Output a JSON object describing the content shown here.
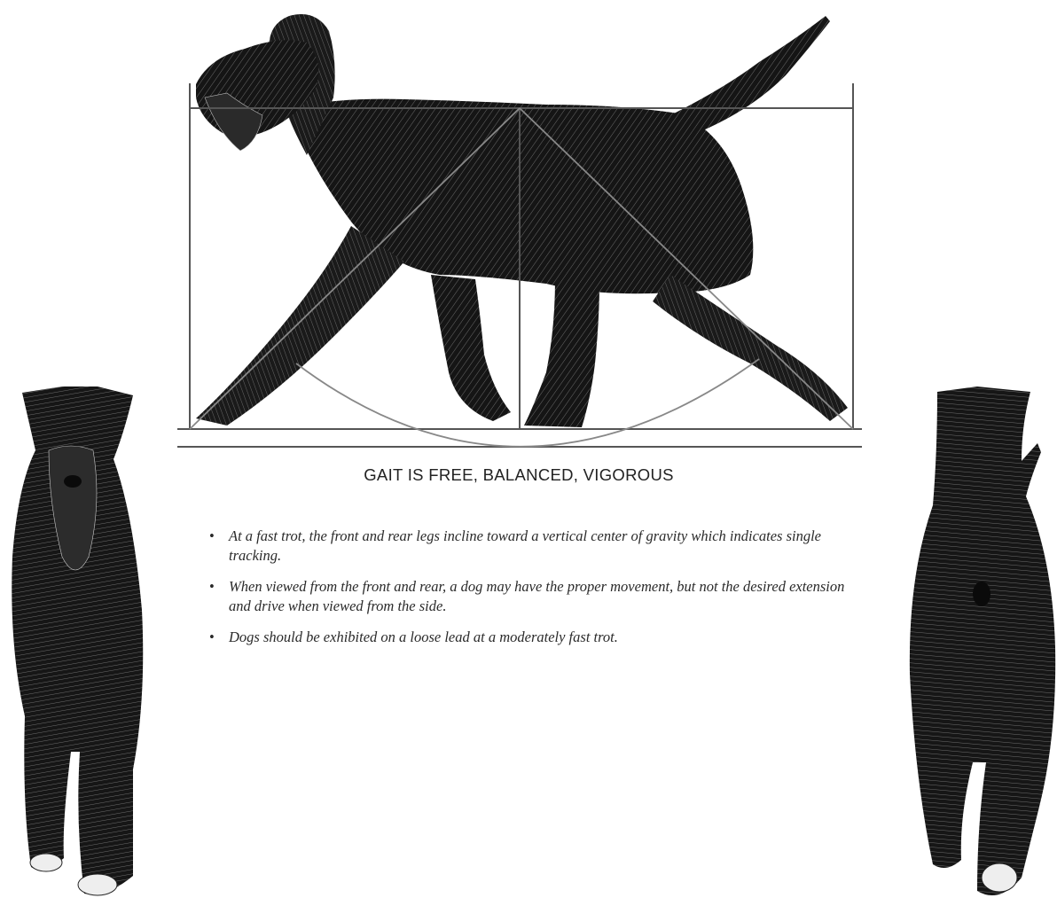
{
  "caption": "GAIT IS FREE, BALANCED, VIGOROUS",
  "bullets": [
    "At a fast trot, the front and rear legs incline toward a vertical center of gravity which indicates single tracking.",
    "When viewed from the front and rear, a dog may have the proper movement, but not the desired extension and drive when viewed from the side.",
    "Dogs should be exhibited on a loose lead at a moderately fast trot."
  ],
  "bullet_glyph": "•",
  "illustrations": {
    "side": "dog-trotting-side-view",
    "front": "dog-front-view",
    "rear": "dog-rear-view"
  },
  "colors": {
    "ink": "#111111",
    "guide_lines": "#555555",
    "text": "#222222"
  }
}
